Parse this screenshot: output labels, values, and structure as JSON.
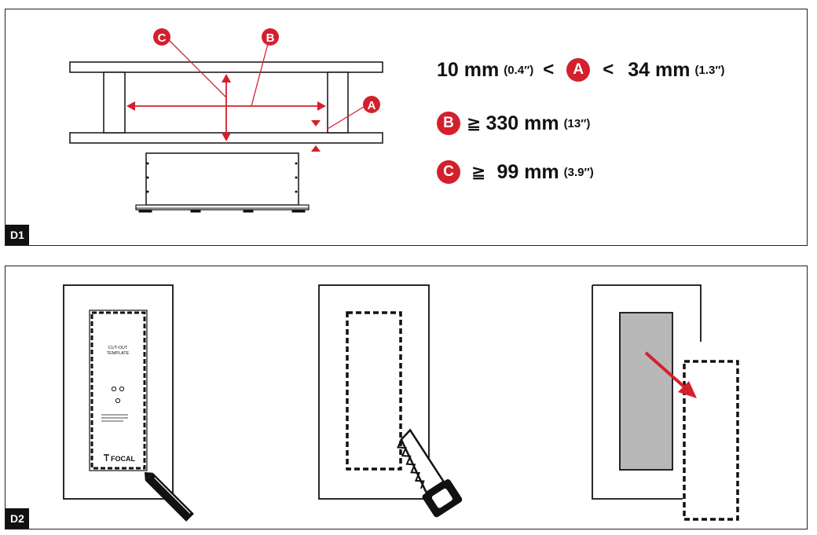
{
  "panels": {
    "d1_label": "D1",
    "d2_label": "D2"
  },
  "callouts": {
    "a": "A",
    "b": "B",
    "c": "C"
  },
  "specs": {
    "a_min_value": "10 mm",
    "a_min_inch": "(0.4″)",
    "less_than_1": "<",
    "less_than_2": "<",
    "a_max_value": "34 mm",
    "a_max_inch": "(1.3″)",
    "b_operator": "≧",
    "b_value": "330 mm",
    "b_inch": "(13″)",
    "c_operator": "≧",
    "c_value": "99 mm",
    "c_inch": "(3.9″)"
  },
  "template": {
    "title_line1": "CUT-OUT",
    "title_line2": "TEMPLATE",
    "brand": "FOCAL"
  },
  "colors": {
    "accent_red": "#d4202d",
    "ink": "#111111",
    "cutout_fill": "#b8b8b8"
  }
}
